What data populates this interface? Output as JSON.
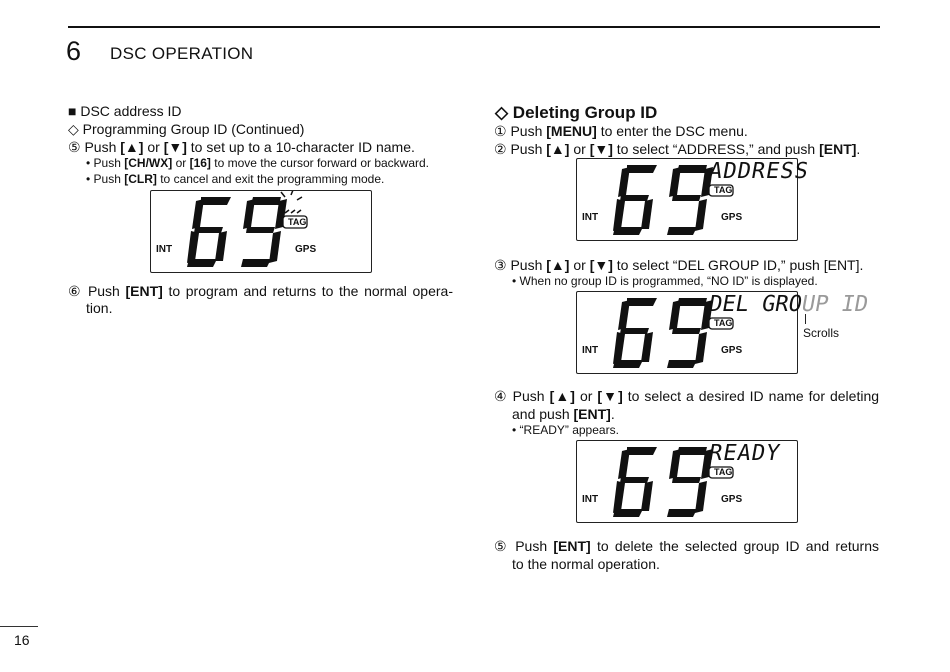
{
  "header": {
    "chapter_number": "6",
    "chapter_title": "DSC OPERATION"
  },
  "page_number": "16",
  "left": {
    "section": "■ DSC address ID",
    "subsection": "◇ Programming Group ID (Continued)",
    "step5": {
      "num": "⑤",
      "p1": "Push ",
      "k1": "[▲]",
      "p2": " or ",
      "k2": "[▼]",
      "p3": " to set up to a 10-character ID name."
    },
    "bullet1": {
      "p1": "• Push ",
      "k1": "[CH/WX]",
      "p2": " or ",
      "k2": "[16]",
      "p3": " to move the cursor forward or backward."
    },
    "bullet2": {
      "p1": "• Push ",
      "k1": "[CLR]",
      "p2": " to cancel and exit the programming mode."
    },
    "lcd": {
      "channel": "69",
      "int": "INT",
      "gps": "GPS",
      "tag": "TAG"
    },
    "step6": {
      "num": "⑥",
      "p1": "Push ",
      "k1": "[ENT]",
      "p2": " to program and returns to the normal opera-",
      "line2": "tion."
    }
  },
  "right": {
    "heading": "◇ Deleting Group ID",
    "step1": {
      "num": "①",
      "p1": "Push ",
      "k1": "[MENU]",
      "p2": " to enter the DSC menu."
    },
    "step2": {
      "num": "②",
      "p1": "Push ",
      "k1": "[▲]",
      "p2": " or ",
      "k2": "[▼]",
      "p3": " to select “ADDRESS,” and push ",
      "k3": "[ENT]",
      "p4": "."
    },
    "lcd1": {
      "channel": "69",
      "display": "ADDRESS",
      "tag": "TAG",
      "int": "INT",
      "gps": "GPS"
    },
    "step3": {
      "num": "③",
      "p1": "Push ",
      "k1": "[▲]",
      "p2": " or ",
      "k2": "[▼]",
      "p3": " to select “DEL GROUP ID,” push [ENT]."
    },
    "step3_note": "• When no group ID is programmed, “NO ID” is displayed.",
    "lcd2": {
      "channel": "69",
      "display_solid": "DEL GRO",
      "display_faded": "UP ID",
      "tag": "TAG",
      "int": "INT",
      "gps": "GPS",
      "scrolls": "Scrolls"
    },
    "step4": {
      "num": "④",
      "p1": "Push ",
      "k1": "[▲]",
      "p2": " or ",
      "k2": "[▼]",
      "p3": " to select a desired ID name for deleting",
      "line2_p1": "and push ",
      "line2_k1": "[ENT]",
      "line2_p2": "."
    },
    "step4_note": "• “READY” appears.",
    "lcd3": {
      "channel": "69",
      "display": "READY",
      "tag": "TAG",
      "int": "INT",
      "gps": "GPS"
    },
    "step5": {
      "num": "⑤",
      "p1": "Push ",
      "k1": "[ENT]",
      "p2": " to delete the selected group ID and returns",
      "line2": "to the normal operation."
    }
  }
}
